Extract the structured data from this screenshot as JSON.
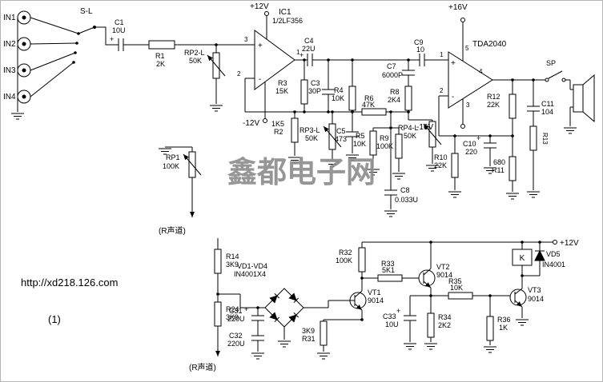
{
  "watermark": "鑫都电子网",
  "footer": {
    "url": "http://xd218.126.com",
    "figure_label": "(1)"
  },
  "symbols": {
    "plus": "+",
    "minus": "-"
  },
  "power": {
    "p12": "+12V",
    "n12": "-12V",
    "p16": "+16V",
    "n16": "-16V",
    "p12_relay": "+12V"
  },
  "inputs": {
    "in1": "IN1",
    "in2": "IN2",
    "in3": "IN3",
    "in4": "IN4",
    "selector": "S-L"
  },
  "output": {
    "sp": "SP"
  },
  "channel": {
    "top": "(R声道)",
    "bottom": "(R声道)"
  },
  "ic1": {
    "ref": "IC1",
    "part": "1/2LF356",
    "pin_noninv": "3",
    "pin_inv": "2",
    "pin_out": "1"
  },
  "ic2": {
    "part": "TDA2040",
    "pin1": "1",
    "pin2": "2",
    "pin3": "3",
    "pin4": "4",
    "pin5": "5"
  },
  "relay": {
    "ref": "K"
  },
  "components": {
    "c1": {
      "ref": "C1",
      "val": "10U"
    },
    "r1": {
      "ref": "R1",
      "val": "2K"
    },
    "rp2": {
      "ref": "RP2-L",
      "val": "50K"
    },
    "rp1": {
      "ref": "RP1",
      "val": "100K"
    },
    "c4": {
      "ref": "C4",
      "val": "22U"
    },
    "r3": {
      "ref": "R3",
      "val": "15K"
    },
    "c3": {
      "ref": "C3",
      "val": "30P"
    },
    "r2": {
      "ref": "R2",
      "val": "1K5"
    },
    "rp3": {
      "ref": "RP3-L",
      "val": "50K"
    },
    "c5": {
      "ref": "C5",
      "val": "473"
    },
    "r4": {
      "ref": "R4",
      "val": "10K"
    },
    "r6": {
      "ref": "R6",
      "val": "47K"
    },
    "c7": {
      "ref": "C7",
      "val": "6000P"
    },
    "r8": {
      "ref": "R8",
      "val": "2K4"
    },
    "rp4": {
      "ref": "RP4-L",
      "val": "50K"
    },
    "c9": {
      "ref": "C9",
      "val": "10"
    },
    "r5": {
      "ref": "R5",
      "val": "10K"
    },
    "r9": {
      "ref": "R9",
      "val": "100K"
    },
    "c8": {
      "ref": "C8",
      "val": "0.033U"
    },
    "r10": {
      "ref": "R10",
      "val": "22K"
    },
    "r12": {
      "ref": "R12",
      "val": "22K"
    },
    "c10": {
      "ref": "C10",
      "val": "220"
    },
    "r11": {
      "ref": "R11",
      "val": "680"
    },
    "c11": {
      "ref": "C11",
      "val": "104"
    },
    "r13": {
      "ref": "R13"
    },
    "r14": {
      "ref": "R14",
      "val": "3K9"
    },
    "r24": {
      "ref": "R24",
      "val": "3K9"
    },
    "c31": {
      "ref": "C31",
      "val": "220U"
    },
    "c32": {
      "ref": "C32",
      "val": "220U"
    },
    "bridge": {
      "ref": "VD1-VD4",
      "val": "IN4001X4"
    },
    "r31": {
      "ref": "R31",
      "val": "3K9"
    },
    "vt1": {
      "ref": "VT1",
      "val": "9014"
    },
    "r32": {
      "ref": "R32",
      "val": "100K"
    },
    "r33": {
      "ref": "R33",
      "val": "5K1"
    },
    "vt2": {
      "ref": "VT2",
      "val": "9014"
    },
    "r35": {
      "ref": "R35",
      "val": "10K"
    },
    "c33": {
      "ref": "C33",
      "val": "10U"
    },
    "r34": {
      "ref": "R34",
      "val": "2K2"
    },
    "r36": {
      "ref": "R36",
      "val": "1K"
    },
    "vt3": {
      "ref": "VT3",
      "val": "9014"
    },
    "vd5": {
      "ref": "VD5",
      "val": "IN4001"
    }
  }
}
